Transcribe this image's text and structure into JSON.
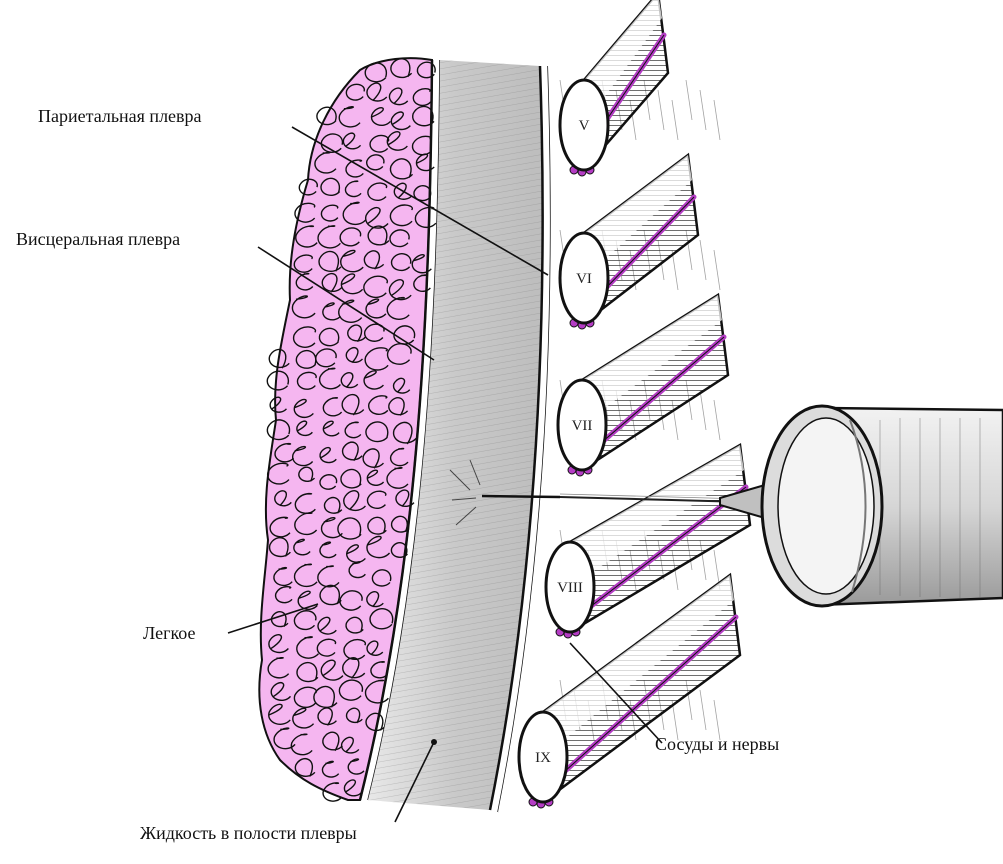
{
  "labels": {
    "parietal_pleura": "Париетальная плевра",
    "visceral_pleura": "Висцеральная плевра",
    "lung": "Легкое",
    "vessels_nerves": "Сосуды и нервы",
    "pleural_fluid": "Жидкость в полости плевры"
  },
  "ribs": [
    "V",
    "VI",
    "VII",
    "VIII",
    "IX"
  ],
  "colors": {
    "lung_fill": "#f5b6f0",
    "vessels": "#b43cc4",
    "ink": "#111111",
    "pleural_space": "#d9d9d9"
  }
}
